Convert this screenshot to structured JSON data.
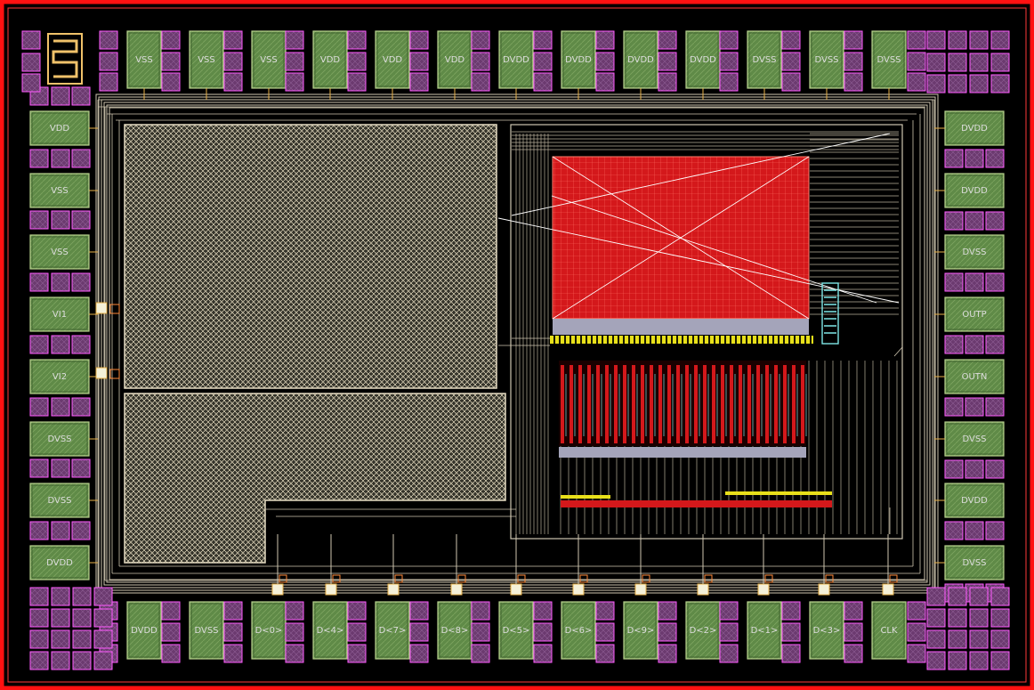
{
  "layout_view": {
    "colors": {
      "background": "#000000",
      "border": "#ff1111",
      "pad_fill": "#5f8a47",
      "pad_outline": "#b7d08d",
      "ring_pad_fill": "#6b3a6f",
      "ring_pad_outline": "#ff5aff",
      "metal_lines": "#cfc6b0",
      "red_block": "#e0171a",
      "yellow_bus": "#e8e01a",
      "cyan_trace": "#7fe7e7"
    },
    "pads_top": [
      "VSS",
      "VSS",
      "VSS",
      "VDD",
      "VDD",
      "VDD",
      "DVDD",
      "DVDD",
      "DVDD",
      "DVDD",
      "DVSS",
      "DVSS",
      "DVSS"
    ],
    "pads_left": [
      "VDD",
      "VSS",
      "VSS",
      "VI1",
      "VI2",
      "DVSS",
      "DVSS",
      "DVDD"
    ],
    "pads_right": [
      "DVDD",
      "DVDD",
      "DVSS",
      "OUTP",
      "OUTN",
      "DVSS",
      "DVDD",
      "DVSS"
    ],
    "pads_bottom": [
      "DVDD",
      "DVSS",
      "D<0>",
      "D<4>",
      "D<7>",
      "D<8>",
      "D<5>",
      "D<6>",
      "D<9>",
      "D<2>",
      "D<1>",
      "D<3>",
      "CLK"
    ]
  }
}
